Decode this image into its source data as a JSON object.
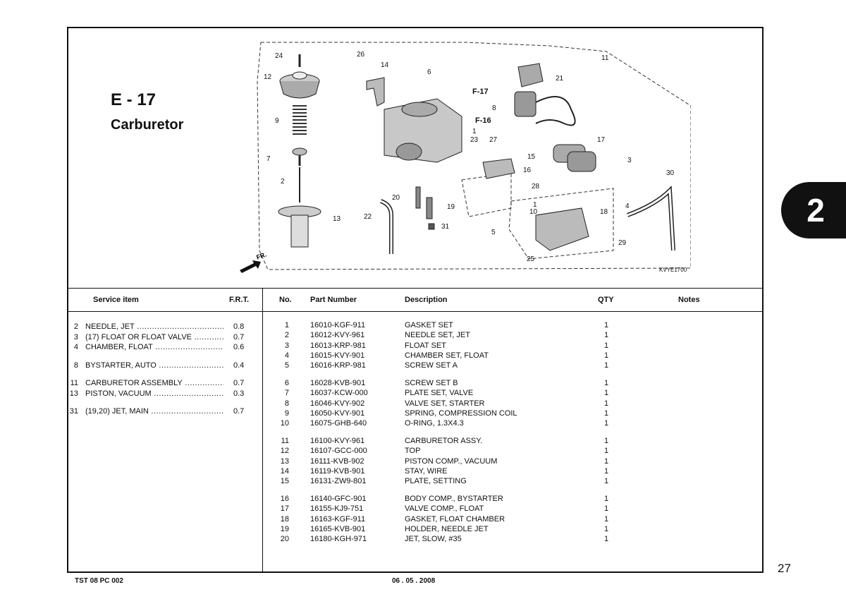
{
  "section": {
    "code": "E - 17",
    "name": "Carburetor"
  },
  "diagram": {
    "code": "KVYE1700",
    "arrow_label": "FR.",
    "callouts": [
      "24",
      "26",
      "14",
      "6",
      "11",
      "12",
      "21",
      "F-17",
      "8",
      "9",
      "F-16",
      "1",
      "23",
      "27",
      "17",
      "7",
      "15",
      "16",
      "3",
      "2",
      "28",
      "30",
      "20",
      "19",
      "1",
      "10",
      "18",
      "4",
      "22",
      "13",
      "31",
      "5",
      "29",
      "25"
    ]
  },
  "service_table": {
    "headers": {
      "item": "Service item",
      "frt": "F.R.T."
    },
    "groups": [
      [
        {
          "no": "2",
          "item": "NEEDLE, JET",
          "frt": "0.8"
        },
        {
          "no": "3",
          "item": "(17) FLOAT OR FLOAT VALVE",
          "frt": "0.7"
        },
        {
          "no": "4",
          "item": "CHAMBER, FLOAT",
          "frt": "0.6"
        }
      ],
      [
        {
          "no": "8",
          "item": "BYSTARTER, AUTO",
          "frt": "0.4"
        }
      ],
      [
        {
          "no": "11",
          "item": "CARBURETOR ASSEMBLY",
          "frt": "0.7"
        },
        {
          "no": "13",
          "item": "PISTON, VACUUM",
          "frt": "0.3"
        }
      ],
      [
        {
          "no": "31",
          "item": "(19,20) JET, MAIN",
          "frt": "0.7"
        }
      ]
    ]
  },
  "parts_table": {
    "headers": {
      "no": "No.",
      "part": "Part Number",
      "desc": "Description",
      "qty": "QTY",
      "notes": "Notes"
    },
    "groups": [
      [
        {
          "no": "1",
          "part": "16010-KGF-911",
          "desc": "GASKET SET",
          "qty": "1"
        },
        {
          "no": "2",
          "part": "16012-KVY-961",
          "desc": "NEEDLE SET, JET",
          "qty": "1"
        },
        {
          "no": "3",
          "part": "16013-KRP-981",
          "desc": "FLOAT SET",
          "qty": "1"
        },
        {
          "no": "4",
          "part": "16015-KVY-901",
          "desc": "CHAMBER SET, FLOAT",
          "qty": "1"
        },
        {
          "no": "5",
          "part": "16016-KRP-981",
          "desc": "SCREW SET A",
          "qty": "1"
        }
      ],
      [
        {
          "no": "6",
          "part": "16028-KVB-901",
          "desc": "SCREW SET B",
          "qty": "1"
        },
        {
          "no": "7",
          "part": "16037-KCW-000",
          "desc": "PLATE SET, VALVE",
          "qty": "1"
        },
        {
          "no": "8",
          "part": "16046-KVY-902",
          "desc": "VALVE SET, STARTER",
          "qty": "1"
        },
        {
          "no": "9",
          "part": "16050-KVY-901",
          "desc": "SPRING, COMPRESSION COIL",
          "qty": "1"
        },
        {
          "no": "10",
          "part": "16075-GHB-640",
          "desc": "O-RING, 1.3X4.3",
          "qty": "1"
        }
      ],
      [
        {
          "no": "11",
          "part": "16100-KVY-961",
          "desc": "CARBURETOR ASSY.",
          "qty": "1"
        },
        {
          "no": "12",
          "part": "16107-GCC-000",
          "desc": "TOP",
          "qty": "1"
        },
        {
          "no": "13",
          "part": "16111-KVB-902",
          "desc": "PISTON COMP., VACUUM",
          "qty": "1"
        },
        {
          "no": "14",
          "part": "16119-KVB-901",
          "desc": "STAY, WIRE",
          "qty": "1"
        },
        {
          "no": "15",
          "part": "16131-ZW9-801",
          "desc": "PLATE, SETTING",
          "qty": "1"
        }
      ],
      [
        {
          "no": "16",
          "part": "16140-GFC-901",
          "desc": "BODY COMP., BYSTARTER",
          "qty": "1"
        },
        {
          "no": "17",
          "part": "16155-KJ9-751",
          "desc": "VALVE COMP., FLOAT",
          "qty": "1"
        },
        {
          "no": "18",
          "part": "16163-KGF-911",
          "desc": "GASKET, FLOAT CHAMBER",
          "qty": "1"
        },
        {
          "no": "19",
          "part": "16165-KVB-901",
          "desc": "HOLDER, NEEDLE JET",
          "qty": "1"
        },
        {
          "no": "20",
          "part": "16180-KGH-971",
          "desc": "JET, SLOW, #35",
          "qty": "1"
        }
      ]
    ]
  },
  "chapter_tab": "2",
  "page_number": "27",
  "footer": {
    "left": "TST 08 PC 002",
    "center": "06 . 05 . 2008"
  }
}
